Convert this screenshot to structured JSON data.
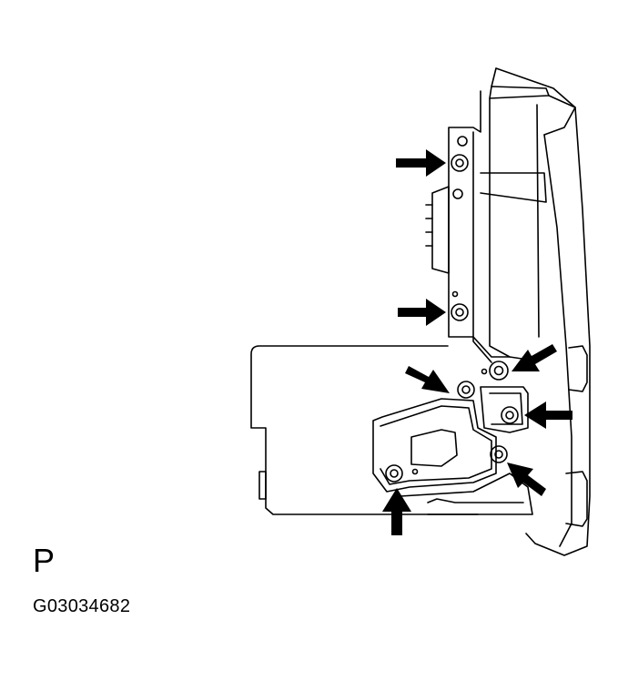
{
  "view_letter": "P",
  "figure_code": "G03034682",
  "colors": {
    "line": "#000000",
    "background": "#ffffff"
  },
  "arrows": [
    {
      "name": "arrow-top-bolt"
    },
    {
      "name": "arrow-upper-middle-bolt"
    },
    {
      "name": "arrow-center-left-bolt"
    },
    {
      "name": "arrow-upper-right-bolt"
    },
    {
      "name": "arrow-right-bolt"
    },
    {
      "name": "arrow-lower-right-bolt"
    },
    {
      "name": "arrow-bottom-bolt"
    }
  ]
}
